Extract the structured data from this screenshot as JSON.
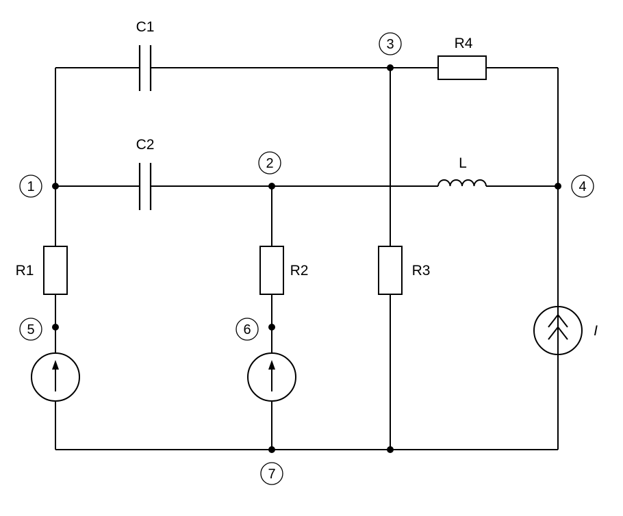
{
  "components": {
    "c1": "C1",
    "c2": "C2",
    "r1": "R1",
    "r2": "R2",
    "r3": "R3",
    "r4": "R4",
    "l": "L",
    "i": "I"
  },
  "nodes": {
    "n1": "1",
    "n2": "2",
    "n3": "3",
    "n4": "4",
    "n5": "5",
    "n6": "6",
    "n7": "7"
  },
  "colors": {
    "ink": "#000000",
    "background": "#ffffff"
  }
}
